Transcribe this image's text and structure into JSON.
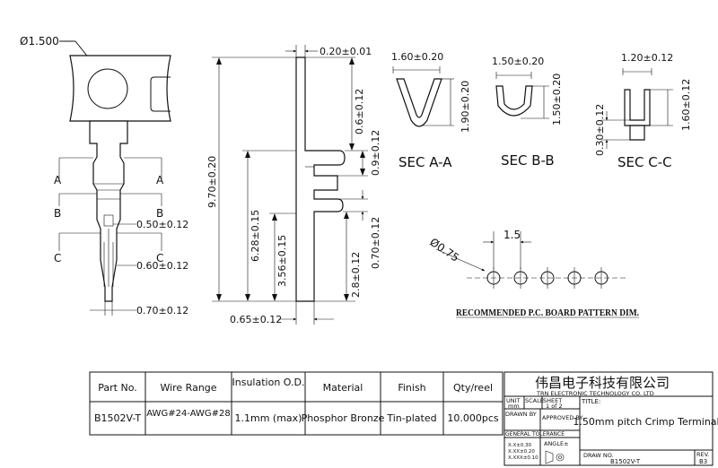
{
  "drawing": {
    "hole_dim": "Ø1.500",
    "side_view": {
      "thickness": "0.20±0.01",
      "total_length": "9.70±0.20",
      "top_dim": "0.6±0.12",
      "top_dim_2": "0.9±0.12",
      "mid_length": "6.28±0.15",
      "lower_length": "3.56±0.15",
      "tab_dim": "0.70±0.12",
      "bottom_length": "2.8±0.12",
      "base_width": "0.65±0.12"
    },
    "front_view": {
      "width_1": "0.50±0.12",
      "width_2": "0.60±0.12",
      "width_3": "0.70±0.12",
      "section_marks": [
        "A",
        "A",
        "B",
        "B",
        "C",
        "C"
      ]
    },
    "sections": [
      {
        "label": "SEC A-A",
        "width": "1.60±0.20",
        "height": "1.90±0.20"
      },
      {
        "label": "SEC B-B",
        "width": "1.50±0.20",
        "height": "1.50±0.20"
      },
      {
        "label": "SEC C-C",
        "width": "1.20±0.12",
        "height": "1.60±0.12",
        "extra": "0.30±0.12"
      }
    ],
    "pcb_pattern": {
      "pitch": "1.5",
      "hole_dia": "Ø0.75",
      "caption": "RECOMMENDED P.C. BOARD PATTERN DIM."
    }
  },
  "spec_table": {
    "headers": [
      "Part No.",
      "Wire Range",
      "Insulation O.D.",
      "Material",
      "Finish",
      "Qty/reel"
    ],
    "row": [
      "B1502V-T",
      "AWG#24-AWG#28",
      "1.1mm (max)",
      "Phosphor Bronze",
      "Tin-plated",
      "10.000pcs"
    ]
  },
  "title_block": {
    "company_cn": "伟昌电子科技有限公司",
    "company_en": "TRN ELECTRONIC TECHNOLOGY CO. LTD",
    "unit_label": "UNIT",
    "unit_value": "mm",
    "scale_label": "SCALE",
    "sheet_label": "SHEET",
    "sheet_value": "1 of 2",
    "title_label": "TITLE:",
    "title_value": "1.50mm pitch Crimp Terminal",
    "drawn_by": "DRAWN BY",
    "approved_by": "APPROVED BY",
    "general_tol": "GENERAL TOLERANCE",
    "angle_tol": "ANGLE±",
    "tol_1": "X.X±0.30",
    "tol_2": "X.XX±0.20",
    "tol_3": "X.XXX±0.10",
    "draw_no_label": "DRAW NO.",
    "draw_no_value": "B1502V-T",
    "rev_label": "REV.",
    "rev_value": "B3"
  }
}
